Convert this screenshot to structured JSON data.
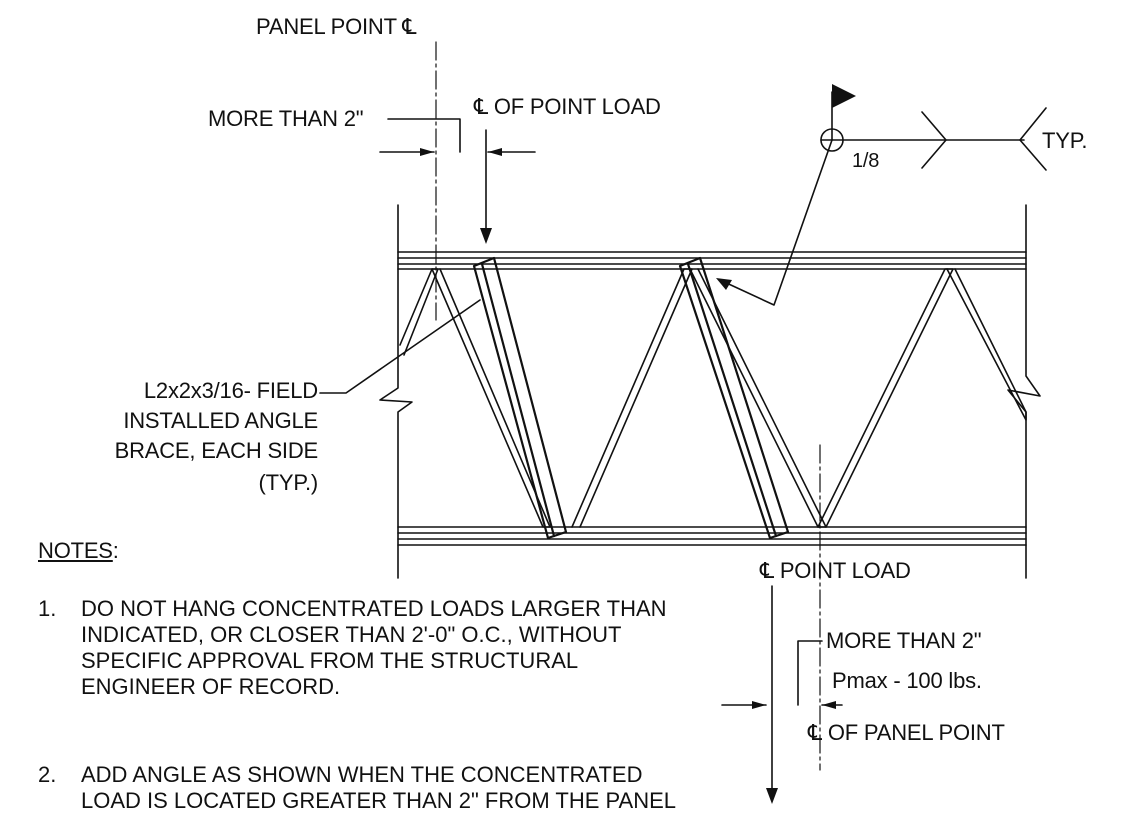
{
  "labels": {
    "panel_point_cl": "PANEL POINT ℄",
    "more_than_2_top": "MORE THAN 2\"",
    "cl_of_point_load": "℄ OF POINT LOAD",
    "weld_size": "1/8",
    "typ": "TYP.",
    "angle_brace": [
      "L2x2x3/16- FIELD",
      "INSTALLED ANGLE",
      "BRACE, EACH SIDE",
      "(TYP.)"
    ],
    "cl_point_load": "℄ POINT LOAD",
    "more_than_2_bottom": "MORE THAN 2\"",
    "pmax": "Pmax - 100 lbs.",
    "cl_of_panel_point": "℄ OF PANEL POINT"
  },
  "notes": {
    "heading": "NOTES",
    "items": [
      {
        "num": "1.",
        "lines": [
          "DO NOT HANG CONCENTRATED LOADS LARGER THAN",
          "INDICATED, OR CLOSER THAN 2'-0\" O.C., WITHOUT",
          "SPECIFIC APPROVAL FROM THE STRUCTURAL",
          "ENGINEER OF RECORD."
        ]
      },
      {
        "num": "2.",
        "lines": [
          "ADD ANGLE AS SHOWN WHEN THE CONCENTRATED",
          "LOAD IS LOCATED GREATER THAN 2\" FROM THE PANEL"
        ]
      }
    ]
  }
}
